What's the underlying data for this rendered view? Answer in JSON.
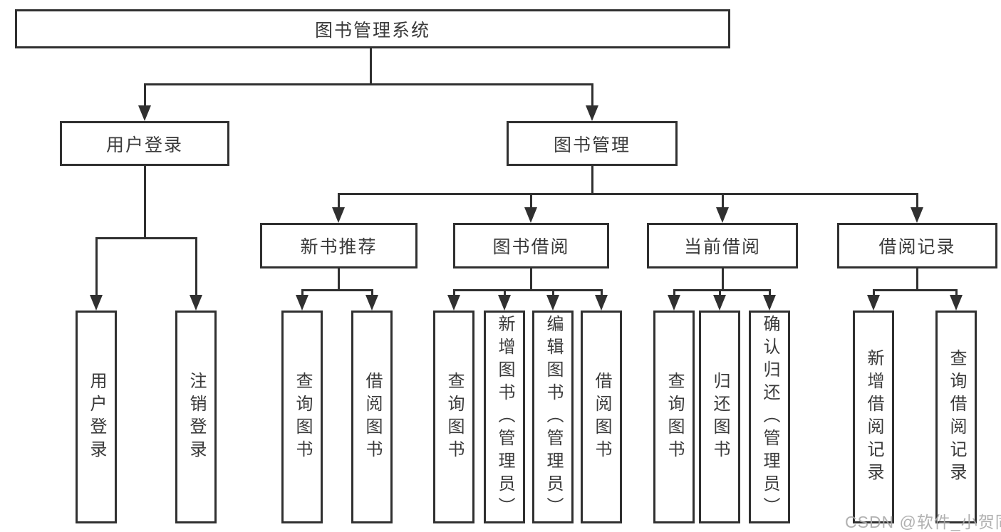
{
  "diagram_title": "图书管理系统",
  "tree": {
    "label": "图书管理系统",
    "children": [
      {
        "label": "用户登录",
        "children": [
          {
            "label": "用户登录"
          },
          {
            "label": "注销登录"
          }
        ]
      },
      {
        "label": "图书管理",
        "children": [
          {
            "label": "新书推荐",
            "children": [
              {
                "label": "查询图书"
              },
              {
                "label": "借阅图书"
              }
            ]
          },
          {
            "label": "图书借阅",
            "children": [
              {
                "label": "查询图书"
              },
              {
                "label": "新增图书（管理员）"
              },
              {
                "label": "编辑图书（管理员）"
              },
              {
                "label": "借阅图书"
              }
            ]
          },
          {
            "label": "当前借阅",
            "children": [
              {
                "label": "查询图书"
              },
              {
                "label": "归还图书"
              },
              {
                "label": "确认归还（管理员）"
              }
            ]
          },
          {
            "label": "借阅记录",
            "children": [
              {
                "label": "新增借阅记录"
              },
              {
                "label": "查询借阅记录"
              }
            ]
          }
        ]
      }
    ]
  },
  "watermark": {
    "text": "CSDN @软件_小贺同学"
  },
  "colors": {
    "line": "#303030",
    "box_border": "#303030",
    "text": "#3a3a3a",
    "background": "#ffffff",
    "watermark": "#a8a8a8"
  }
}
